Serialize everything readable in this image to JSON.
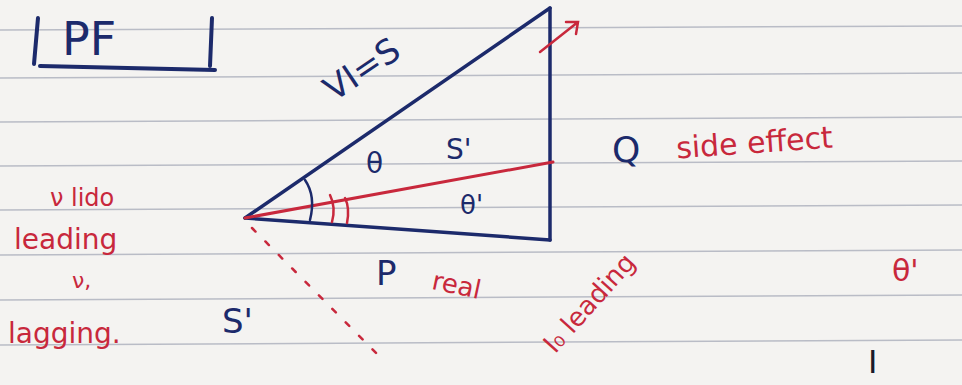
{
  "diagram": {
    "labels": [
      "PF",
      "VI=S",
      "θ",
      "S'",
      "θ'",
      "Q",
      "side effect",
      "ν lido",
      "leading",
      "ν,",
      "lagging.",
      "S'",
      "P",
      "real",
      "I₀ leading",
      "θ'",
      "I"
    ]
  }
}
